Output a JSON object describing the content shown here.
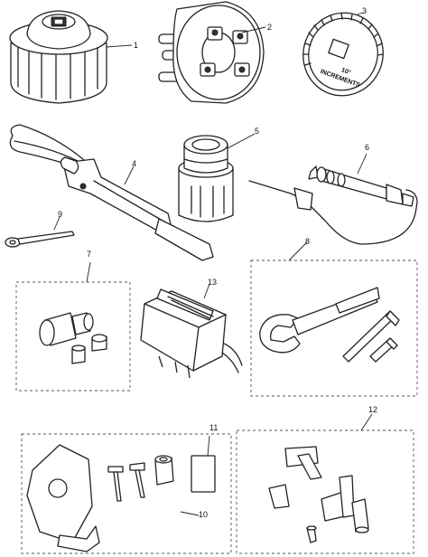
{
  "callouts": {
    "c1": "1",
    "c2": "2",
    "c3": "3",
    "c4": "4",
    "c5": "5",
    "c6": "6",
    "c7": "7",
    "c8": "8",
    "c9": "9",
    "c10": "10",
    "c11": "11",
    "c12": "12",
    "c13": "13"
  },
  "dial": {
    "line1": "10°",
    "line2": "INCREMENTS"
  }
}
